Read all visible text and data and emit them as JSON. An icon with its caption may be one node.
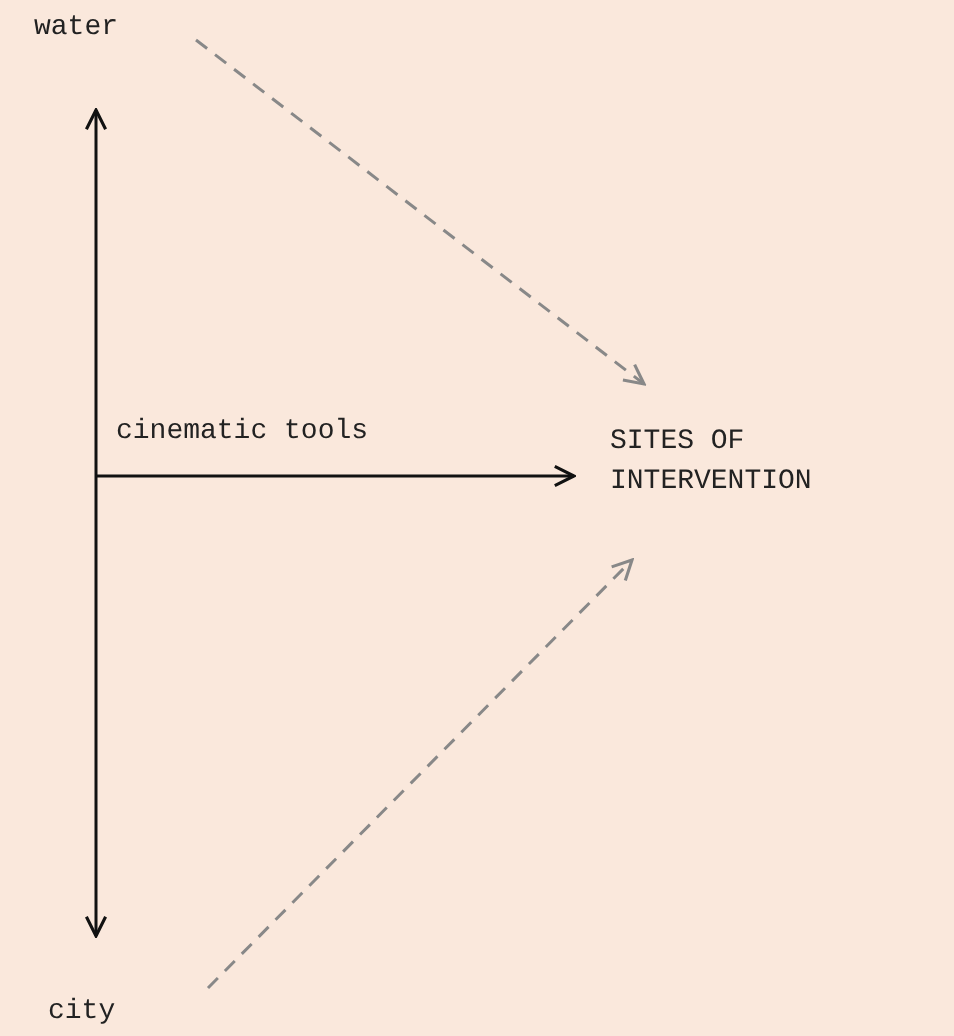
{
  "diagram": {
    "nodes": [
      {
        "text": [
          "water"
        ]
      },
      {
        "text": [
          "SITES OF INTERVENTION"
        ]
      },
      {
        "text": [
          "city"
        ]
      }
    ],
    "edges": [
      {
        "from": 0,
        "to": 2,
        "arrow": "both"
      },
      {
        "from": null,
        "to": 1,
        "arrow": "to",
        "label": "cinematic tools"
      },
      {
        "from": 0,
        "to": 1,
        "arrow": "to",
        "style": "dashed",
        "color": "#888888"
      },
      {
        "from": 2,
        "to": 1,
        "arrow": "to",
        "style": "dashed",
        "color": "#888888"
      }
    ]
  }
}
